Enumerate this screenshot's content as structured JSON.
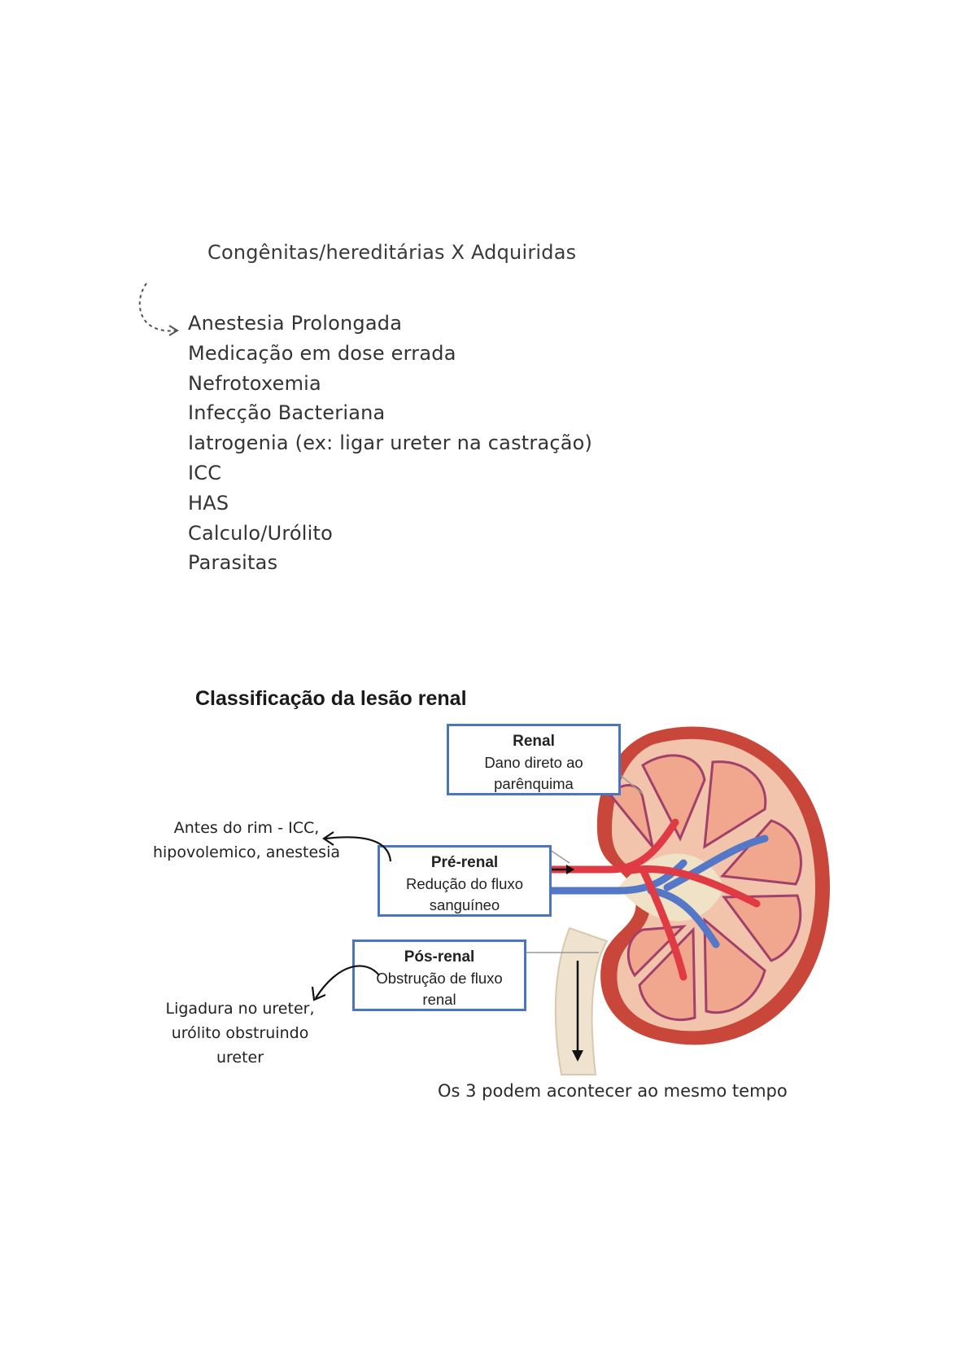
{
  "section1": {
    "heading": "Congênitas/hereditárias X Adquiridas",
    "causes": [
      "Anestesia Prolongada",
      "Medicação em dose errada",
      "Nefrotoxemia",
      "Infecção Bacteriana",
      "Iatrogenia (ex: ligar ureter na castração)",
      "ICC",
      "HAS",
      "Calculo/Urólito",
      "Parasitas"
    ]
  },
  "figure": {
    "title": "Classificação da lesão renal",
    "renal": {
      "title": "Renal",
      "line1": "Dano direto ao",
      "line2": "parênquima"
    },
    "prerenal": {
      "title": "Pré-renal",
      "line1": "Redução do fluxo",
      "line2": "sanguíneo"
    },
    "posrenal": {
      "title": "Pós-renal",
      "line1": "Obstrução de fluxo",
      "line2": "renal"
    }
  },
  "annotations": {
    "prerenal_note_line1": "Antes do rim - ICC,",
    "prerenal_note_line2": "hipovolemico, anestesia",
    "posrenal_note_line1": "Ligadura no ureter,",
    "posrenal_note_line2": "urólito obstruindo",
    "posrenal_note_line3": "ureter",
    "footer": "Os 3 podem acontecer ao mesmo tempo"
  },
  "colors": {
    "box_border": "#4a76c0",
    "kidney_capsule": "#c9463a",
    "kidney_cortex": "#f2c4ac",
    "pyramid": "#f0a78d",
    "artery": "#e03a45",
    "vein": "#5577c7",
    "pelvis": "#efe2c6"
  }
}
